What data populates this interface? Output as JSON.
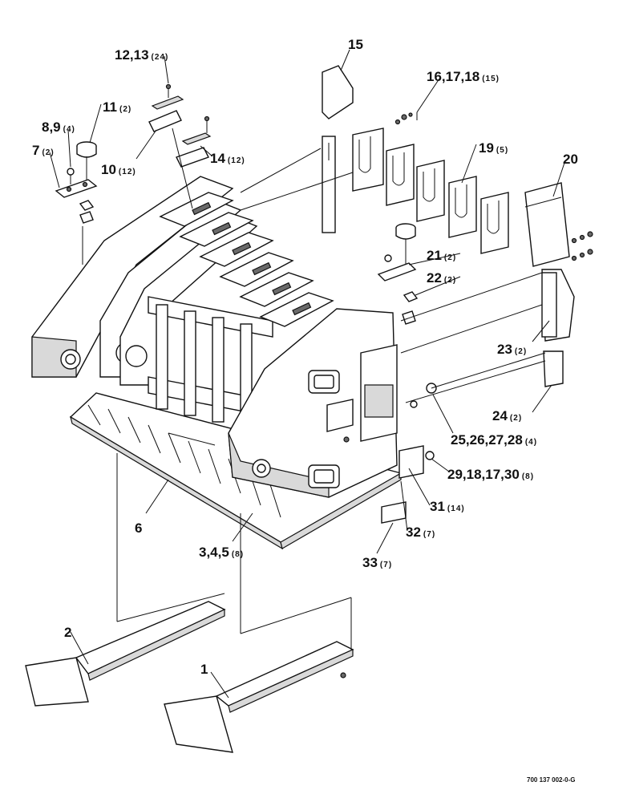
{
  "callouts": [
    {
      "id": "c1",
      "num": "12,13",
      "qty": "(24)"
    },
    {
      "id": "c2",
      "num": "15",
      "qty": ""
    },
    {
      "id": "c3",
      "num": "16,17,18",
      "qty": "(15)"
    },
    {
      "id": "c4",
      "num": "11",
      "qty": "(2)"
    },
    {
      "id": "c5",
      "num": "8,9",
      "qty": "(4)"
    },
    {
      "id": "c6",
      "num": "19",
      "qty": "(5)"
    },
    {
      "id": "c7",
      "num": "20",
      "qty": ""
    },
    {
      "id": "c8",
      "num": "7",
      "qty": "(2)"
    },
    {
      "id": "c9",
      "num": "10",
      "qty": "(12)"
    },
    {
      "id": "c10",
      "num": "14",
      "qty": "(12)"
    },
    {
      "id": "c11",
      "num": "21",
      "qty": "(2)"
    },
    {
      "id": "c12",
      "num": "22",
      "qty": "(2)"
    },
    {
      "id": "c13",
      "num": "23",
      "qty": "(2)"
    },
    {
      "id": "c14",
      "num": "24",
      "qty": "(2)"
    },
    {
      "id": "c15",
      "num": "25,26,27,28",
      "qty": "(4)"
    },
    {
      "id": "c16",
      "num": "29,18,17,30",
      "qty": "(8)"
    },
    {
      "id": "c17",
      "num": "31",
      "qty": "(14)"
    },
    {
      "id": "c18",
      "num": "32",
      "qty": "(7)"
    },
    {
      "id": "c19",
      "num": "6",
      "qty": ""
    },
    {
      "id": "c20",
      "num": "3,4,5",
      "qty": "(8)"
    },
    {
      "id": "c21",
      "num": "33",
      "qty": "(7)"
    },
    {
      "id": "c22",
      "num": "2",
      "qty": ""
    },
    {
      "id": "c23",
      "num": "1",
      "qty": ""
    }
  ],
  "drawing_number": "700 137 002-0-G"
}
